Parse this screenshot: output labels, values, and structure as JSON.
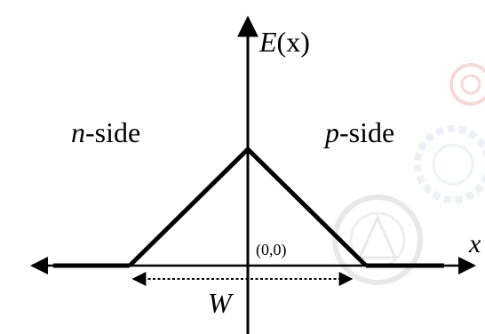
{
  "axes": {
    "y_label_var": "E",
    "y_label_arg": "(x)",
    "x_label": "x"
  },
  "regions": {
    "n_side_letter": "n",
    "n_side_suffix": "-side",
    "p_side_letter": "p",
    "p_side_suffix": "-side"
  },
  "origin_label": "(0,0)",
  "width_label": "W",
  "colors": {
    "line": "#000000",
    "watermark": "#d9d9d9",
    "watermark_accent": "#f3c9c9"
  }
}
